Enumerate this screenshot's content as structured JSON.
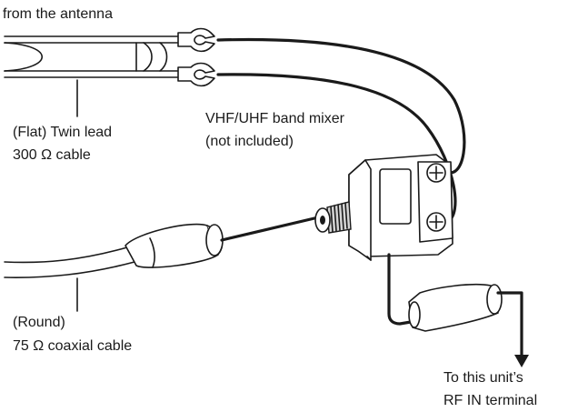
{
  "labels": {
    "from_antenna": "from the antenna",
    "twin_lead_line1": "(Flat) Twin lead",
    "twin_lead_line2": "300 Ω cable",
    "mixer_line1": "VHF/UHF band mixer",
    "mixer_line2": "(not included)",
    "coax_line1": "(Round)",
    "coax_line2": "75 Ω coaxial cable",
    "rf_line1": "To this unit’s",
    "rf_line2": "RF IN terminal"
  },
  "colors": {
    "ink": "#1a1a1a",
    "background": "#ffffff",
    "shade": "#d6d6d6"
  }
}
